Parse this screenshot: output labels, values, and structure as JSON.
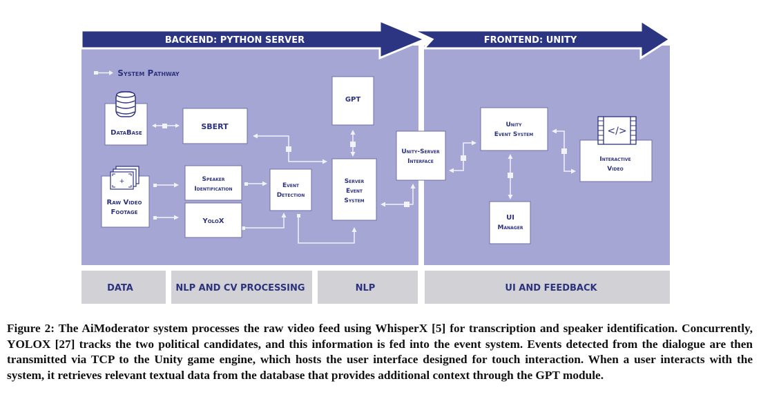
{
  "diagram": {
    "backend_header": "BACKEND: PYTHON SERVER",
    "frontend_header": "FRONTEND: UNITY",
    "legend_label": "System Pathway",
    "nodes": {
      "database": "DataBase",
      "sbert": "SBERT",
      "raw_video_line1": "Raw Video",
      "raw_video_line2": "Footage",
      "speaker_line1": "Speaker",
      "speaker_line2": "Identification",
      "yolox": "YoloX",
      "event_detection_line1": "Event",
      "event_detection_line2": "Detection",
      "gpt": "GPT",
      "server_event_line1": "Server",
      "server_event_line2": "Event",
      "server_event_line3": "System",
      "interface_line1": "Unity-Server",
      "interface_line2": "Interface",
      "unity_event_line1": "Unity",
      "unity_event_line2": "Event System",
      "interactive_video_line1": "Interactive",
      "interactive_video_line2": "Video",
      "ui_manager_line1": "UI",
      "ui_manager_line2": "Manager",
      "code_icon_text": "</>"
    },
    "categories": [
      "DATA",
      "NLP AND CV PROCESSING",
      "NLP",
      "UI AND FEEDBACK"
    ]
  },
  "colors": {
    "banner": "#2c3581",
    "panel": "#a5a6d3",
    "box_text": "#2c327e",
    "category_bg": "#d2d2d6"
  },
  "caption": "Figure 2: The AiModerator system processes the raw video feed using WhisperX [5] for transcription and speaker identification. Concurrently, YOLOX [27] tracks the two political candidates, and this information is fed into the event system. Events detected from the dialogue are then transmitted via TCP to the Unity game engine, which hosts the user interface designed for touch interaction. When a user interacts with the system, it retrieves relevant textual data from the database that provides additional context through the GPT module."
}
